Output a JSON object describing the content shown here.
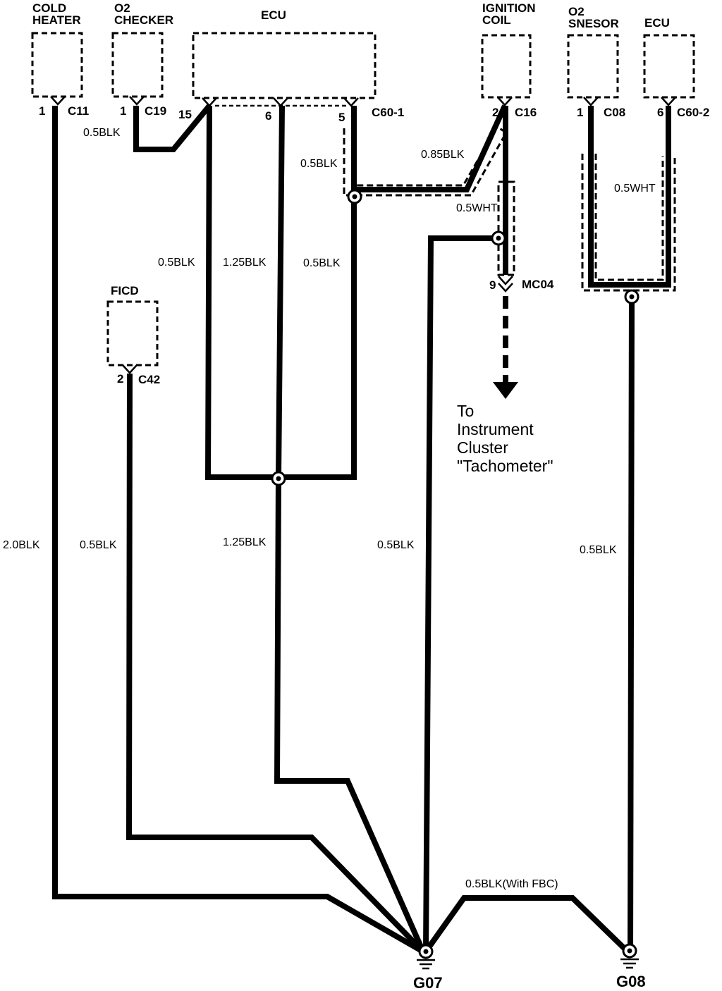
{
  "components": {
    "cold_heater": {
      "name": "COLD\nHEATER",
      "pin": "1",
      "connector": "C11"
    },
    "o2_checker": {
      "name": "O2\nCHECKER",
      "pin": "1",
      "connector": "C19"
    },
    "ecu_main": {
      "name": "ECU",
      "pins": [
        "15",
        "6",
        "5"
      ],
      "connector": "C60-1"
    },
    "ignition_coil": {
      "name": "IGNITION\nCOIL",
      "pin": "2",
      "connector": "C16"
    },
    "o2_sensor": {
      "name": "O2\nSNESOR",
      "pin": "1",
      "connector": "C08"
    },
    "ecu_right": {
      "name": "ECU",
      "pin": "6",
      "connector": "C60-2"
    },
    "ficd": {
      "name": "FICD",
      "pin": "2",
      "connector": "C42"
    }
  },
  "connector_mc04": {
    "pin": "9",
    "name": "MC04"
  },
  "note": "To\nInstrument\nCluster\n\"Tachometer\"",
  "wires": {
    "o2_checker": "0.5BLK",
    "ecu_pin5": "0.5BLK",
    "ign_shield": "0.85BLK",
    "ign_to_mc04": "0.5WHT",
    "o2_sensor_shield": "0.5WHT",
    "ecu15_drop": "0.5BLK",
    "ecu6_drop": "1.25BLK",
    "ecu5_drop": "0.5BLK",
    "cold_heater_ground": "2.0BLK",
    "ficd_ground": "0.5BLK",
    "ecu_join_ground": "1.25BLK",
    "ign_ground": "0.5BLK",
    "o2_sensor_ground": "0.5BLK",
    "g07_g08_link": "0.5BLK(With FBC)"
  },
  "grounds": {
    "left": "G07",
    "right": "G08"
  }
}
